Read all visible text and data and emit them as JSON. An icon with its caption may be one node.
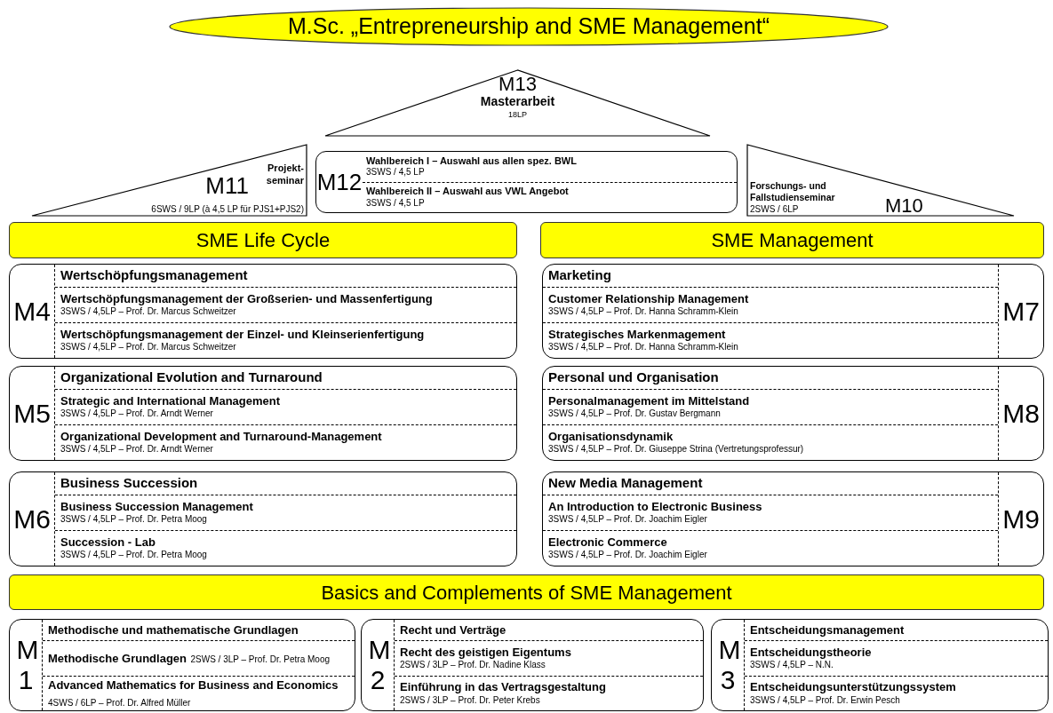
{
  "diagram": {
    "nodes": [
      {
        "text": [
          "M.Sc. „Entrepreneurship and SME Management“"
        ]
      },
      {
        "text": [
          "M13",
          "Masterarbeit",
          "18LP"
        ]
      },
      {
        "text": [
          "M11",
          "Projekt- seminar",
          "6SWS / 9LP (à 4,5 LP für PJS1+PJS2)"
        ]
      },
      {
        "text": [
          "M12",
          "Wahlbereich I – Auswahl aus allen spez. BWL",
          "3SWS / 4,5 LP",
          "Wahlbereich II – Auswahl aus VWL Angebot",
          "3SWS / 4,5 LP"
        ]
      },
      {
        "text": [
          "Forschungs- und Fallstudienseminar",
          "2SWS / 6LP",
          "M10"
        ]
      },
      {
        "text": [
          "SME Life Cycle"
        ]
      },
      {
        "text": [
          "SME Management"
        ]
      },
      {
        "text": [
          "M4",
          "Wertschöpfungsmanagement",
          "Wertschöpfungsmanagement der Großserien- und Massenfertigung",
          "3SWS / 4,5LP – Prof. Dr. Marcus Schweitzer",
          "Wertschöpfungsmanagement der Einzel- und Kleinserienfertigung",
          "3SWS / 4,5LP – Prof. Dr. Marcus Schweitzer"
        ]
      },
      {
        "text": [
          "M5",
          "Organizational Evolution and Turnaround",
          "Strategic and International Management",
          "3SWS / 4,5LP – Prof. Dr. Arndt Werner",
          "Organizational Development and Turnaround-Management",
          "3SWS / 4,5LP – Prof. Dr. Arndt Werner"
        ]
      },
      {
        "text": [
          "M6",
          "Business Succession",
          "Business Succession Management",
          "3SWS / 4,5LP – Prof. Dr. Petra Moog",
          "Succession - Lab",
          "3SWS / 4,5LP – Prof. Dr. Petra Moog"
        ]
      },
      {
        "text": [
          "M7",
          "Marketing",
          "Customer Relationship Management",
          "3SWS / 4,5LP – Prof. Dr. Hanna Schramm-Klein",
          "Strategisches Markenmagement",
          "3SWS / 4,5LP – Prof. Dr. Hanna Schramm-Klein"
        ]
      },
      {
        "text": [
          "M8",
          "Personal und Organisation",
          "Personalmanagement im Mittelstand",
          "3SWS / 4,5LP – Prof. Dr. Gustav Bergmann",
          "Organisationsdynamik",
          "3SWS / 4,5LP – Prof. Dr. Giuseppe Strina (Vertretungsprofessur)"
        ]
      },
      {
        "text": [
          "M9",
          "New Media Management",
          "An Introduction to Electronic Business",
          "3SWS / 4,5LP – Prof. Dr. Joachim Eigler",
          "Electronic Commerce",
          "3SWS / 4,5LP – Prof. Dr. Joachim Eigler"
        ]
      },
      {
        "text": [
          "Basics and Complements of SME Management"
        ]
      },
      {
        "text": [
          "M1",
          "Methodische und mathematische Grundlagen",
          "Methodische Grundlagen",
          "2SWS / 3LP – Prof. Dr. Petra Moog",
          "Advanced Mathematics for Business and Economics",
          "4SWS / 6LP – Prof. Dr. Alfred Müller"
        ]
      },
      {
        "text": [
          "M2",
          "Recht und Verträge",
          "Recht des geistigen Eigentums",
          "2SWS / 3LP – Prof. Dr. Nadine Klass",
          "Einführung in das Vertragsgestaltung",
          "2SWS / 3LP – Prof. Dr. Peter Krebs"
        ]
      },
      {
        "text": [
          "M3",
          "Entscheidungsmanagement",
          "Entscheidungstheorie",
          "3SWS / 4,5LP – N.N.",
          "Entscheidungsunterstützungssystem",
          "3SWS / 4,5LP – Prof. Dr. Erwin Pesch"
        ]
      }
    ]
  }
}
